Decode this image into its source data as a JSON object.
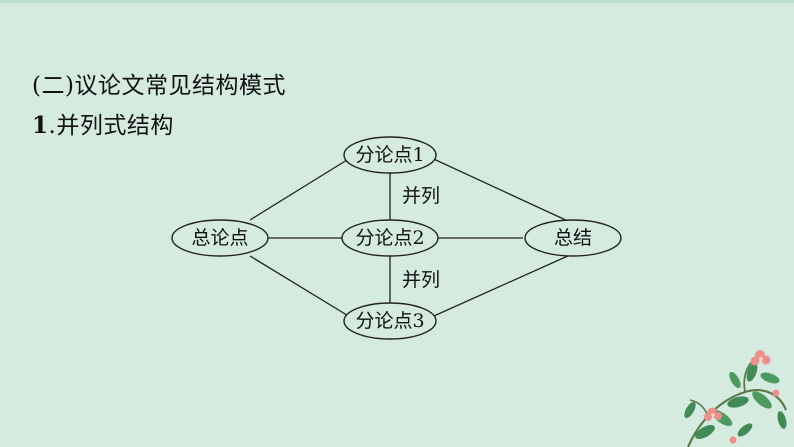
{
  "header": {
    "section_title": "(二)议论文常见结构模式",
    "subsection_number": "1",
    "subsection_title": ".并列式结构"
  },
  "diagram": {
    "nodes": {
      "main_point": "总论点",
      "sub_point_1": "分论点1",
      "sub_point_2": "分论点2",
      "sub_point_3": "分论点3",
      "conclusion": "总结"
    },
    "relations": {
      "upper": "并列",
      "lower": "并列"
    }
  },
  "decoration": {
    "icon": "floral-vine-decoration-icon",
    "colors": {
      "leaf": "#3f8a55",
      "flower": "#ef8e8a",
      "vine": "#5a7a4a"
    }
  }
}
